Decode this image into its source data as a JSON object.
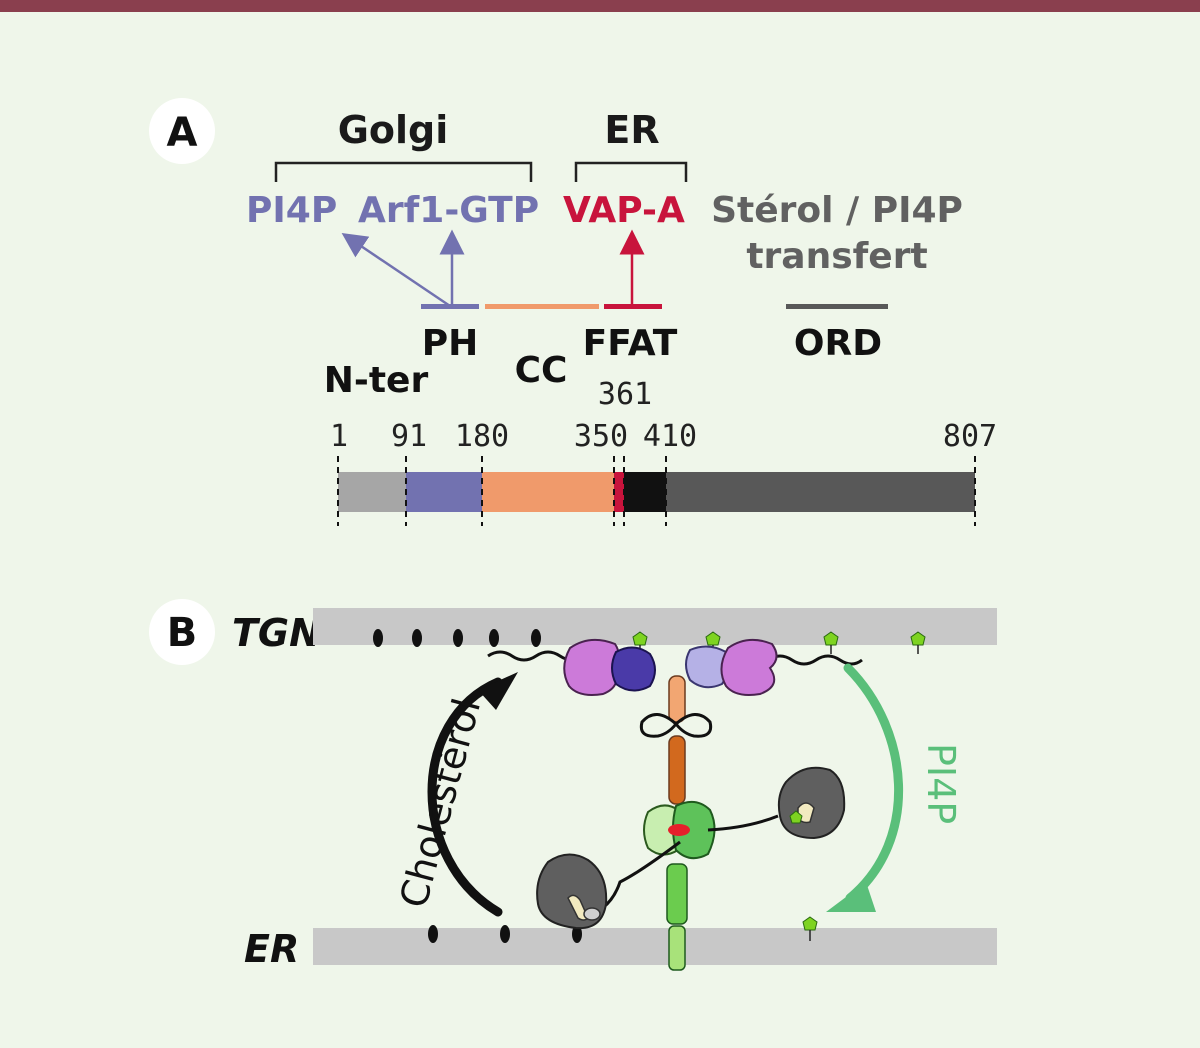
{
  "colors": {
    "top_bar": "#8a3f4e",
    "background": "#eff6ea",
    "golgi_blue": "#7272b0",
    "er_red": "#c8143c",
    "gray_text": "#616161",
    "cc_orange": "#f09a6b",
    "nter_gray": "#a6a6a6",
    "ord_dark": "#585858",
    "ffat_black": "#111111",
    "pi4p_green": "#5abf7a",
    "membrane_gray": "#c8c8c8"
  },
  "panel_a": {
    "badge": "A",
    "golgi_header": "Golgi",
    "er_header": "ER",
    "pi4p": "PI4P",
    "arf1": "Arf1-GTP",
    "vapa": "VAP-A",
    "transfer_line1": "Stérol / PI4P",
    "transfer_line2": "transfert",
    "domains": {
      "ph": "PH",
      "cc": "CC",
      "ffat": "FFAT",
      "ord": "ORD",
      "nter": "N-ter"
    },
    "positions": {
      "p1": "1",
      "p91": "91",
      "p180": "180",
      "p350": "350",
      "p361": "361",
      "p410": "410",
      "p807": "807"
    }
  },
  "panel_b": {
    "badge": "B",
    "tgn": "TGN",
    "er": "ER",
    "cholesterol": "Cholestérol",
    "pi4p": "PI4P"
  }
}
